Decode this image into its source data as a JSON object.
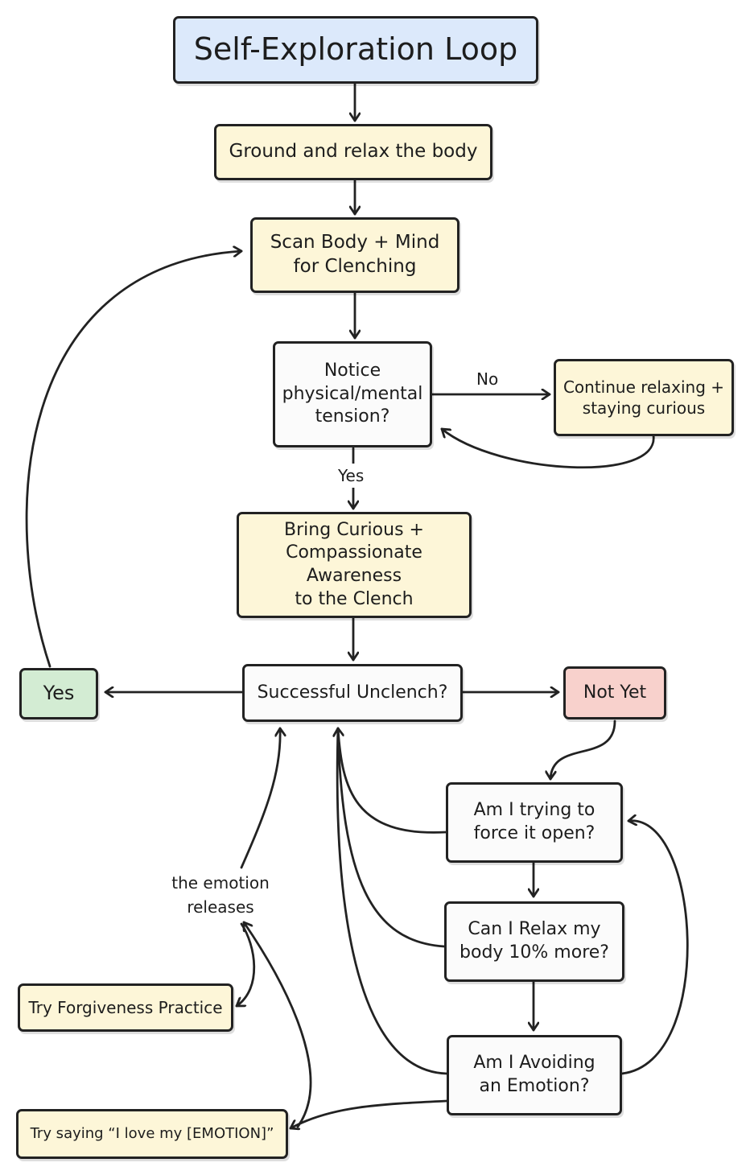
{
  "colors": {
    "title_fill": "#dce9fb",
    "step_fill": "#fdf6d8",
    "decision_fill": "#fbfbfb",
    "yes_fill": "#d3ecd3",
    "notyet_fill": "#f8d1cc",
    "stroke": "#222222"
  },
  "nodes": {
    "title": "Self-Exploration Loop",
    "ground": "Ground and relax the body",
    "scan": "Scan Body + Mind\nfor Clenching",
    "notice": "Notice\nphysical/mental\ntension?",
    "continue": "Continue relaxing +\nstaying curious",
    "bring": "Bring Curious +\nCompassionate Awareness\nto the Clench",
    "unclench": "Successful Unclench?",
    "yes": "Yes",
    "not_yet": "Not Yet",
    "force": "Am I trying to\nforce it open?",
    "relax": "Can I Relax my\nbody 10% more?",
    "avoid": "Am I Avoiding\nan Emotion?",
    "forgive": "Try Forgiveness Practice",
    "love": "Try saying “I love my [EMOTION]”"
  },
  "edge_labels": {
    "no": "No",
    "yes": "Yes",
    "release": "the emotion\nreleases"
  }
}
